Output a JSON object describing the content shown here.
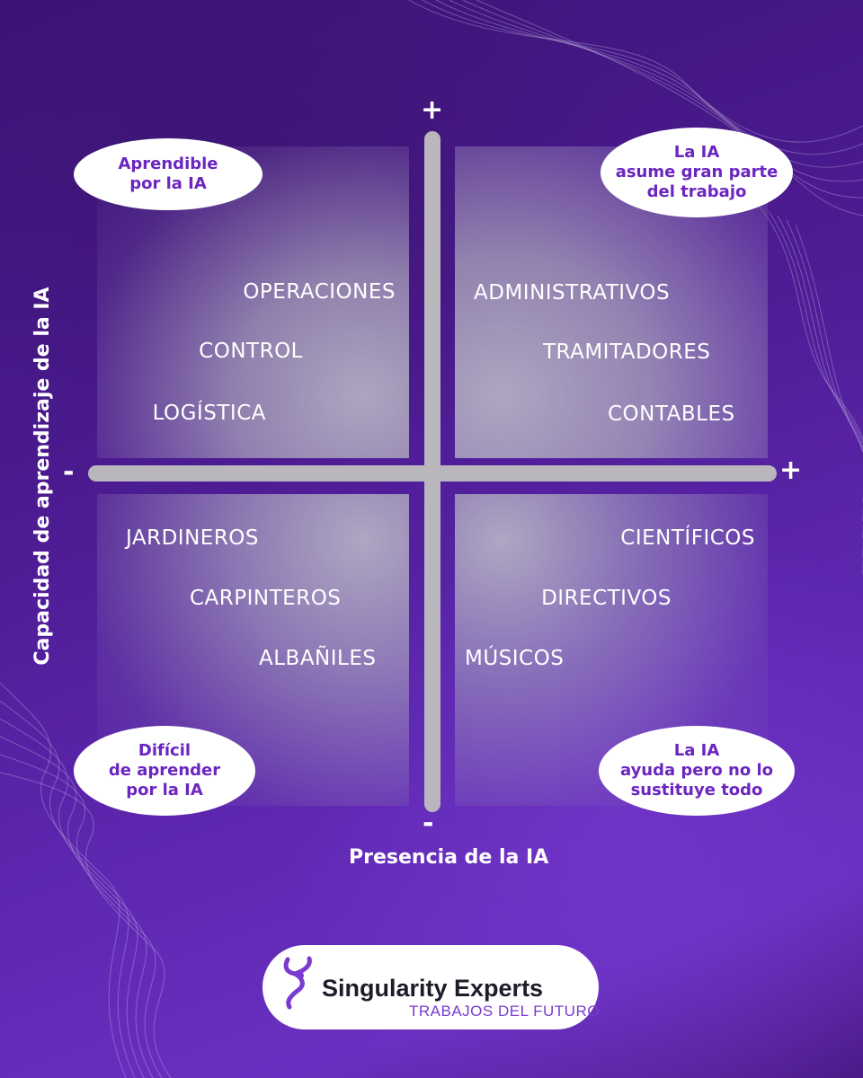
{
  "axis_signs": {
    "y_top": "+",
    "y_bottom": "-",
    "x_left": "-",
    "x_right": "+"
  },
  "axes": {
    "x_label": "Presencia de la IA",
    "y_label": "Capacidad de aprendizaje de la IA"
  },
  "quadrants": {
    "top_left": {
      "bubble": "Aprendible\npor la IA",
      "jobs": [
        "OPERACIONES",
        "CONTROL",
        "LOGÍSTICA"
      ]
    },
    "top_right": {
      "bubble": "La IA\nasume gran parte\ndel trabajo",
      "jobs": [
        "ADMINISTRATIVOS",
        "TRAMITADORES",
        "CONTABLES"
      ]
    },
    "bottom_left": {
      "bubble": "Difícil\nde aprender\npor la IA",
      "jobs": [
        "JARDINEROS",
        "CARPINTEROS",
        "ALBAÑILES"
      ]
    },
    "bottom_right": {
      "bubble": "La IA\nayuda pero no lo\nsustituye todo",
      "jobs": [
        "CIENTÍFICOS",
        "DIRECTIVOS",
        "MÚSICOS"
      ]
    }
  },
  "brand": {
    "name": "Singularity Experts",
    "tagline": "TRABAJOS DEL FUTURO",
    "accent_color": "#7a3ad0"
  },
  "colors": {
    "axis": "#b9b7bd",
    "bubble_text": "#6b25c0"
  }
}
